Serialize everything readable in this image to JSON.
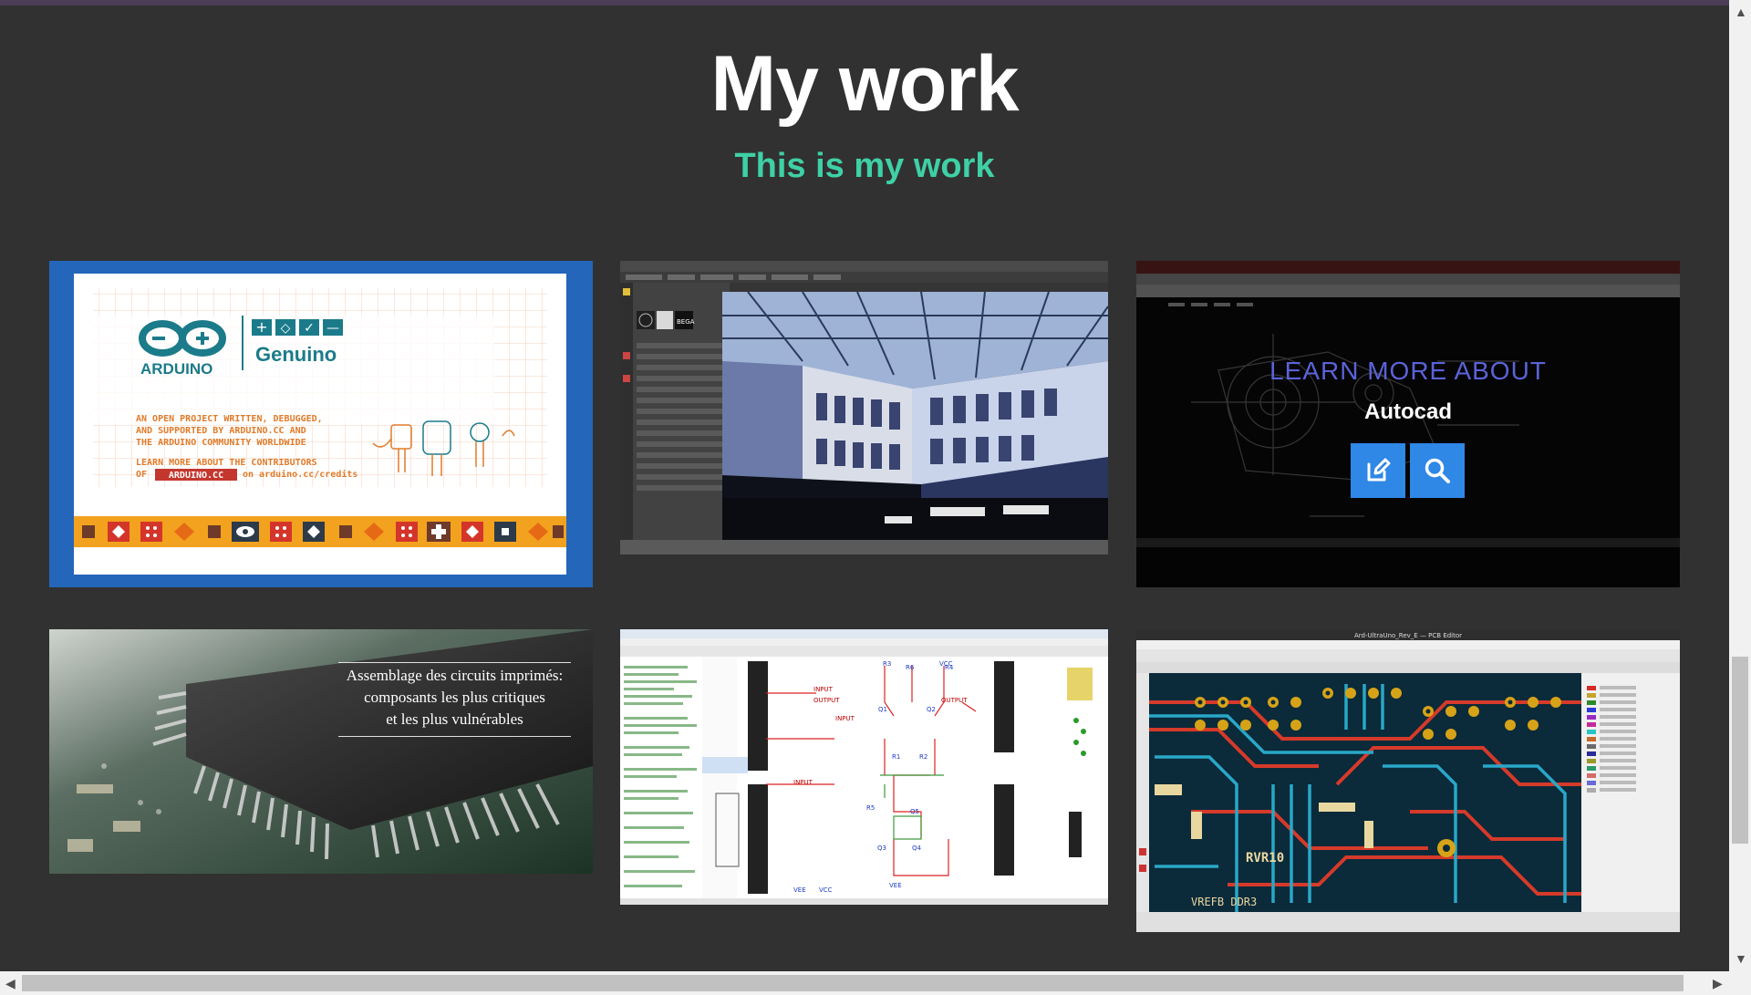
{
  "header": {
    "title": "My work",
    "subtitle": "This is my work"
  },
  "cards": [
    {
      "id": "arduino",
      "logo_word": "ARDUINO",
      "logo_sub": "Genuino",
      "lines": [
        "AN OPEN PROJECT WRITTEN, DEBUGGED,",
        "AND SUPPORTED BY ARDUINO.CC AND",
        "THE ARDUINO COMMUNITY WORLDWIDE"
      ],
      "learn_line": "LEARN MORE ABOUT THE CONTRIBUTORS",
      "of_text": "OF",
      "badge": "ARDUINO.CC",
      "credits": "on arduino.cc/credits"
    },
    {
      "id": "render-3d",
      "badge": "BEGA"
    },
    {
      "id": "autocad",
      "overlay_heading": "LEARN MORE ABOUT",
      "overlay_title": "Autocad",
      "edit_icon": "edit-icon",
      "search_icon": "search-icon"
    },
    {
      "id": "pcb-photo",
      "caption": [
        "Assemblage des circuits imprimés:",
        "composants les plus critiques",
        "et les plus vulnérables"
      ]
    },
    {
      "id": "schematic",
      "labels": [
        "INPUT",
        "OUTPUT",
        "INPUT",
        "OUTPUT",
        "INPUT",
        "R3",
        "R6",
        "R4",
        "Q1",
        "Q2",
        "R1",
        "R2",
        "R5",
        "Q5",
        "Q3",
        "Q4",
        "VCC",
        "VEE",
        "VEE",
        "VCC"
      ]
    },
    {
      "id": "pcb-editor",
      "title_bar": "Ard-UltraUno_Rev_E — PCB Editor",
      "silk": [
        "VREFB DDR3",
        "RVR10"
      ]
    }
  ],
  "colors": {
    "background": "#313131",
    "title": "#ffffff",
    "subtitle": "#3fd0a6",
    "overlay_heading": "#5a63d8",
    "overlay_button": "#2f87e6"
  }
}
